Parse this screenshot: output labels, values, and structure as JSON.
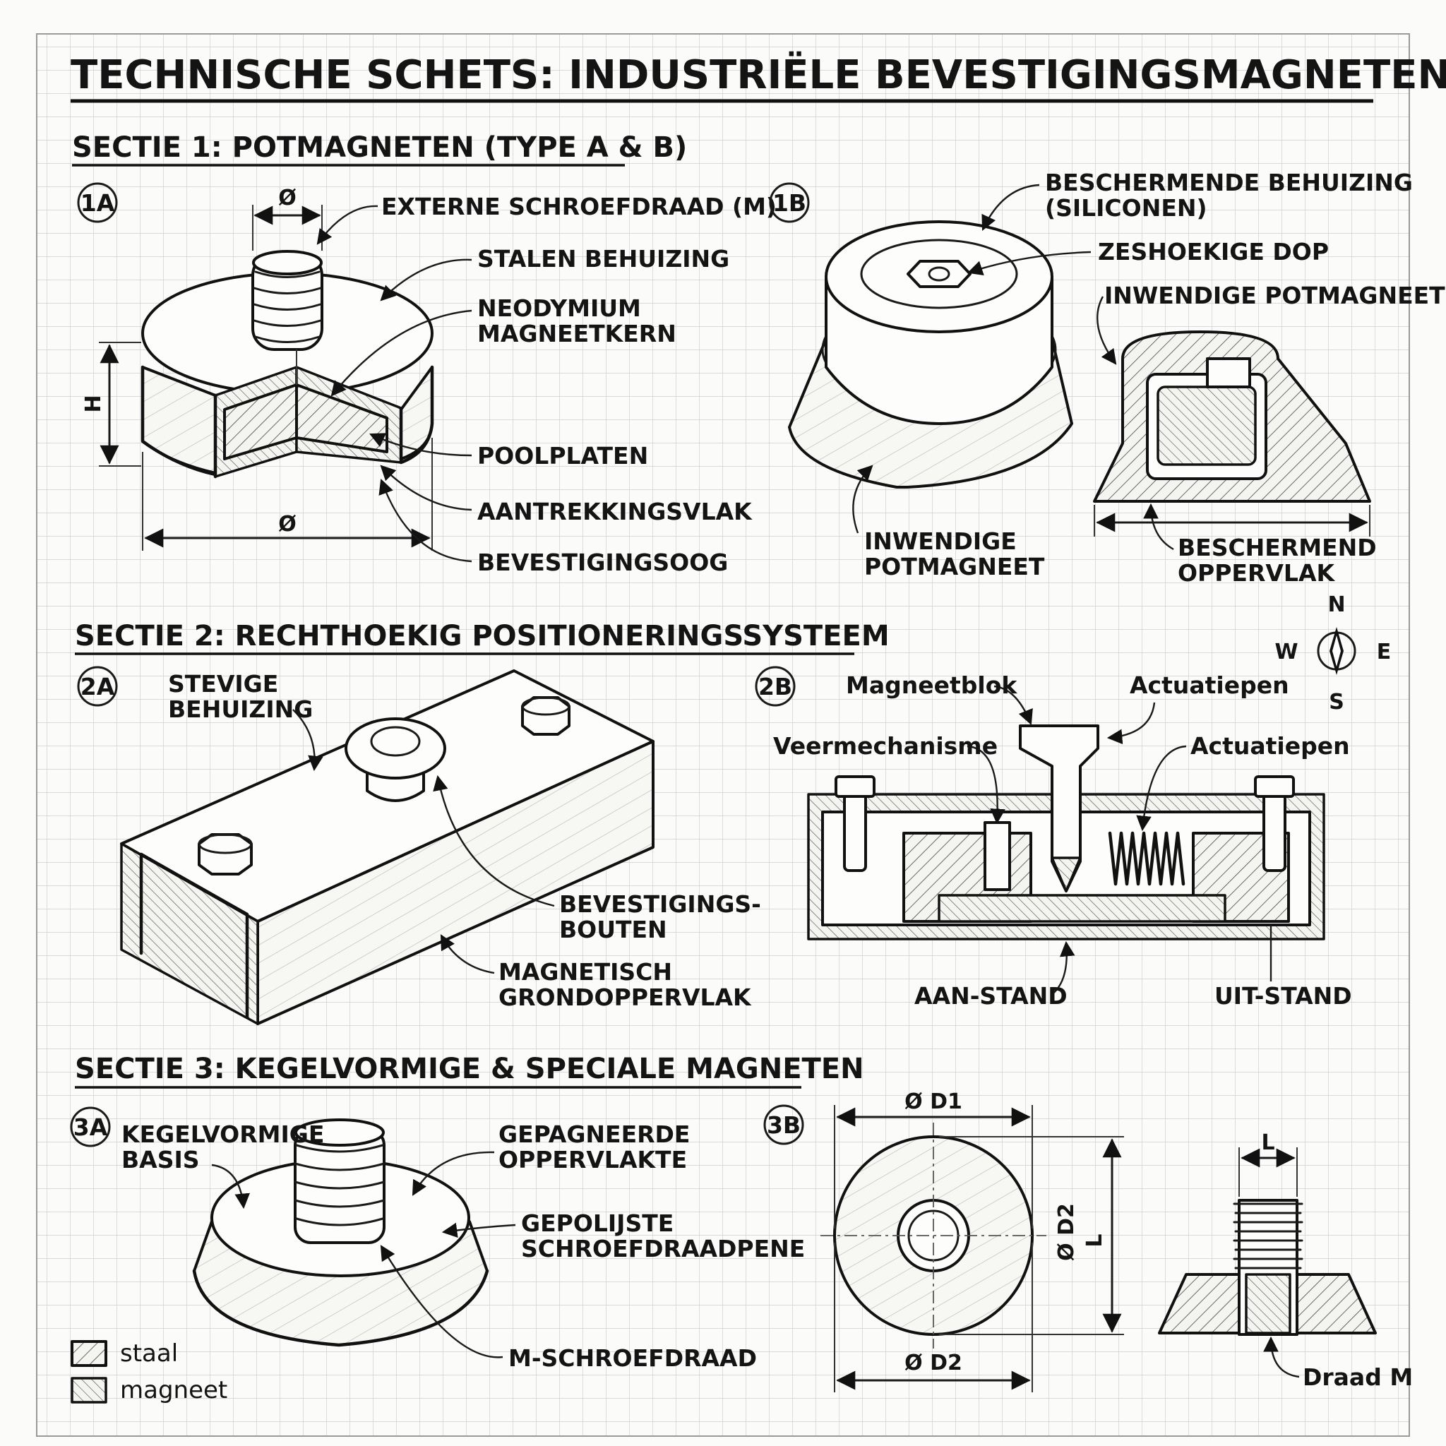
{
  "title": "TECHNISCHE SCHETS: INDUSTRIËLE BEVESTIGINGSMAGNETEN",
  "sections": {
    "s1": "SECTIE 1: POTMAGNETEN (TYPE A & B)",
    "s2": "SECTIE 2: RECHTHOEKIG POSITIONERINGSSYSTEEM",
    "s3": "SECTIE 3: KEGELVORMIGE & SPECIALE MAGNETEN"
  },
  "tags": {
    "t1a": "1A",
    "t1b": "1B",
    "t2a": "2A",
    "t2b": "2B",
    "t3a": "3A",
    "t3b": "3B"
  },
  "fig1a": {
    "dia_top": "Ø",
    "dia_bottom": "Ø",
    "height": "H",
    "external_thread": "EXTERNE SCHROEFDRAAD (M)",
    "steel_housing": "STALEN BEHUIZING",
    "core_line1": "NEODYMIUM",
    "core_line2": "MAGNEETKERN",
    "pole_plates": "POOLPLATEN",
    "attraction_face": "AANTREKKINGSVLAK",
    "mounting_eye": "BEVESTIGINGSOOG"
  },
  "fig1b": {
    "housing_line1": "BESCHERMENDE BEHUIZING",
    "housing_line2": "(SILICONEN)",
    "hex_cap": "ZESHOEKIGE DOP",
    "inner_pot_top": "INWENDIGE POTMAGNEET",
    "inner_pot_line1": "INWENDIGE",
    "inner_pot_line2": "POTMAGNEET",
    "surface_line1": "BESCHERMEND",
    "surface_line2": "OPPERVLAK"
  },
  "compass": {
    "n": "N",
    "e": "E",
    "s": "S",
    "w": "W"
  },
  "fig2a": {
    "housing_line1": "STEVIGE",
    "housing_line2": "BEHUIZING",
    "bolts_line1": "BEVESTIGINGS-",
    "bolts_line2": "BOUTEN",
    "base_line1": "MAGNETISCH",
    "base_line2": "GRONDOPPERVLAK"
  },
  "fig2b": {
    "magnet_block": "Magneetblok",
    "actuation_pin_top": "Actuatiepen",
    "spring": "Veermechanisme",
    "actuation_pin": "Actuatiepen",
    "on_state": "AAN-STAND",
    "off_state": "UIT-STAND"
  },
  "fig3a": {
    "base_line1": "KEGELVORMIGE",
    "base_line2": "BASIS",
    "surface_line1": "GEPAGNEERDE",
    "surface_line2": "OPPERVLAKTE",
    "pin_line1": "GEPOLIJSTE",
    "pin_line2": "SCHROEFDRAADPENE",
    "m_thread": "M-SCHROEFDRAAD"
  },
  "fig3b": {
    "d1": "Ø D1",
    "d2_side": "Ø D2",
    "l_side": "L",
    "d2_bottom": "Ø D2",
    "l_top": "L",
    "thread": "Draad M"
  },
  "legend": {
    "steel": "staal",
    "magnet": "magneet"
  }
}
